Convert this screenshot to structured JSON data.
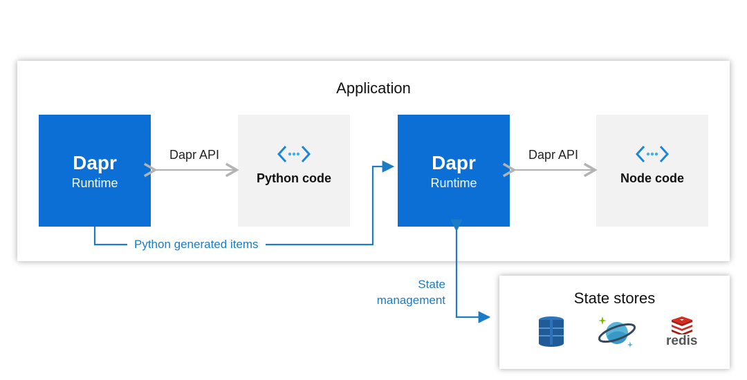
{
  "application": {
    "title": "Application"
  },
  "dapr_left": {
    "title": "Dapr",
    "subtitle": "Runtime"
  },
  "dapr_right": {
    "title": "Dapr",
    "subtitle": "Runtime"
  },
  "python": {
    "label": "Python code",
    "icon": "code-brackets-icon"
  },
  "node": {
    "label": "Node code",
    "icon": "code-brackets-icon"
  },
  "api_left": "Dapr API",
  "api_right": "Dapr API",
  "flow_label": "Python generated items",
  "state_label": {
    "line1": "State",
    "line2": "management"
  },
  "stores": {
    "title": "State stores",
    "icons": [
      "dynamodb-icon",
      "cosmos-db-icon",
      "redis-icon"
    ],
    "redis_text": "redis"
  },
  "colors": {
    "dapr_blue": "#0b6fd6",
    "flow_blue": "#1a7bc6",
    "code_bg": "#f2f2f2",
    "api_arrow": "#b3b3b3"
  }
}
